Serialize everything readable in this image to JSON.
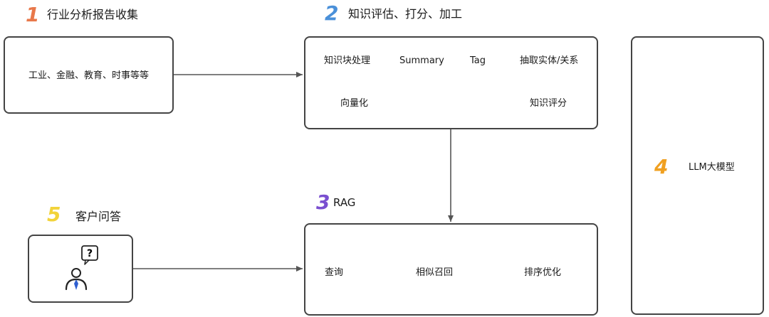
{
  "sections": {
    "s1": {
      "number": "1",
      "title": "行业分析报告收集",
      "box_text": "工业、金融、教育、时事等等"
    },
    "s2": {
      "number": "2",
      "title": "知识评估、打分、加工",
      "steps": [
        "知识块处理",
        "Summary",
        "Tag",
        "抽取实体/关系",
        "知识评分",
        "向量化"
      ]
    },
    "s3": {
      "number": "3",
      "title": "RAG",
      "steps": [
        "查询",
        "相似召回",
        "排序优化"
      ]
    },
    "s4": {
      "number": "4",
      "box_text": "LLM大模型"
    },
    "s5": {
      "number": "5",
      "title": "客户问答",
      "bubble": "?"
    }
  },
  "colors": {
    "n1": "#e8784a",
    "n2": "#4a90d9",
    "n3": "#7a4fd0",
    "n4": "#f0a020",
    "n5": "#f2d33a",
    "border": "#444444",
    "arrow": "#555555",
    "tie": "#2f5fd0"
  },
  "icons": [
    "user-icon",
    "question-bubble-icon"
  ]
}
